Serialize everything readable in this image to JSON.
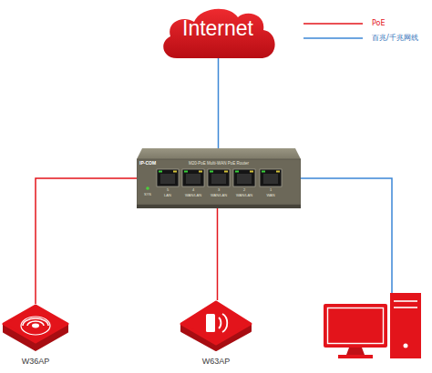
{
  "diagram": {
    "nodes": [
      {
        "text": [
          "Internet"
        ]
      },
      {
        "text": [
          "IP-COM",
          "M20-PoE Multi-WAN PoE Router",
          "SYS",
          "5",
          "LAN",
          "4",
          "WAN/LAN",
          "3",
          "WAN/LAN",
          "2",
          "WAN/LAN",
          "1",
          "WAN"
        ]
      },
      {
        "text": [
          "W36AP"
        ]
      },
      {
        "text": [
          "W63AP"
        ]
      }
    ],
    "edges": [
      {
        "from": 0,
        "to": 1,
        "arrow": "none"
      },
      {
        "from": 1,
        "to": 2,
        "arrow": "none"
      },
      {
        "from": 1,
        "to": 3,
        "arrow": "none"
      }
    ],
    "legend": [
      {
        "text": "PoE"
      },
      {
        "text": "百兆/千兆网线"
      }
    ]
  }
}
